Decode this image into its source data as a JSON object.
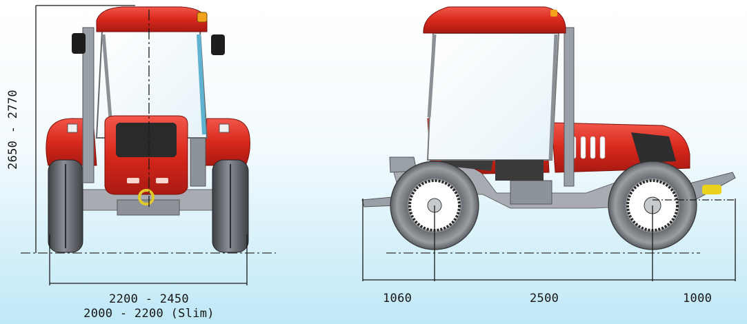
{
  "diagram": {
    "height_label": "2650 - 2770",
    "width_label": "2200 - 2450",
    "width_slim_label": "2000 - 2200 (Slim)",
    "front_overhang_label": "1060",
    "wheelbase_label": "2500",
    "rear_overhang_label": "1000"
  },
  "colors": {
    "background_top": "#ffffff",
    "background_bottom": "#bfe8f6",
    "body_red": "#d9281c",
    "tire_grey": "#5e6166",
    "frame_grey": "#a8acb2",
    "dimension_line": "#1a1a1a"
  }
}
